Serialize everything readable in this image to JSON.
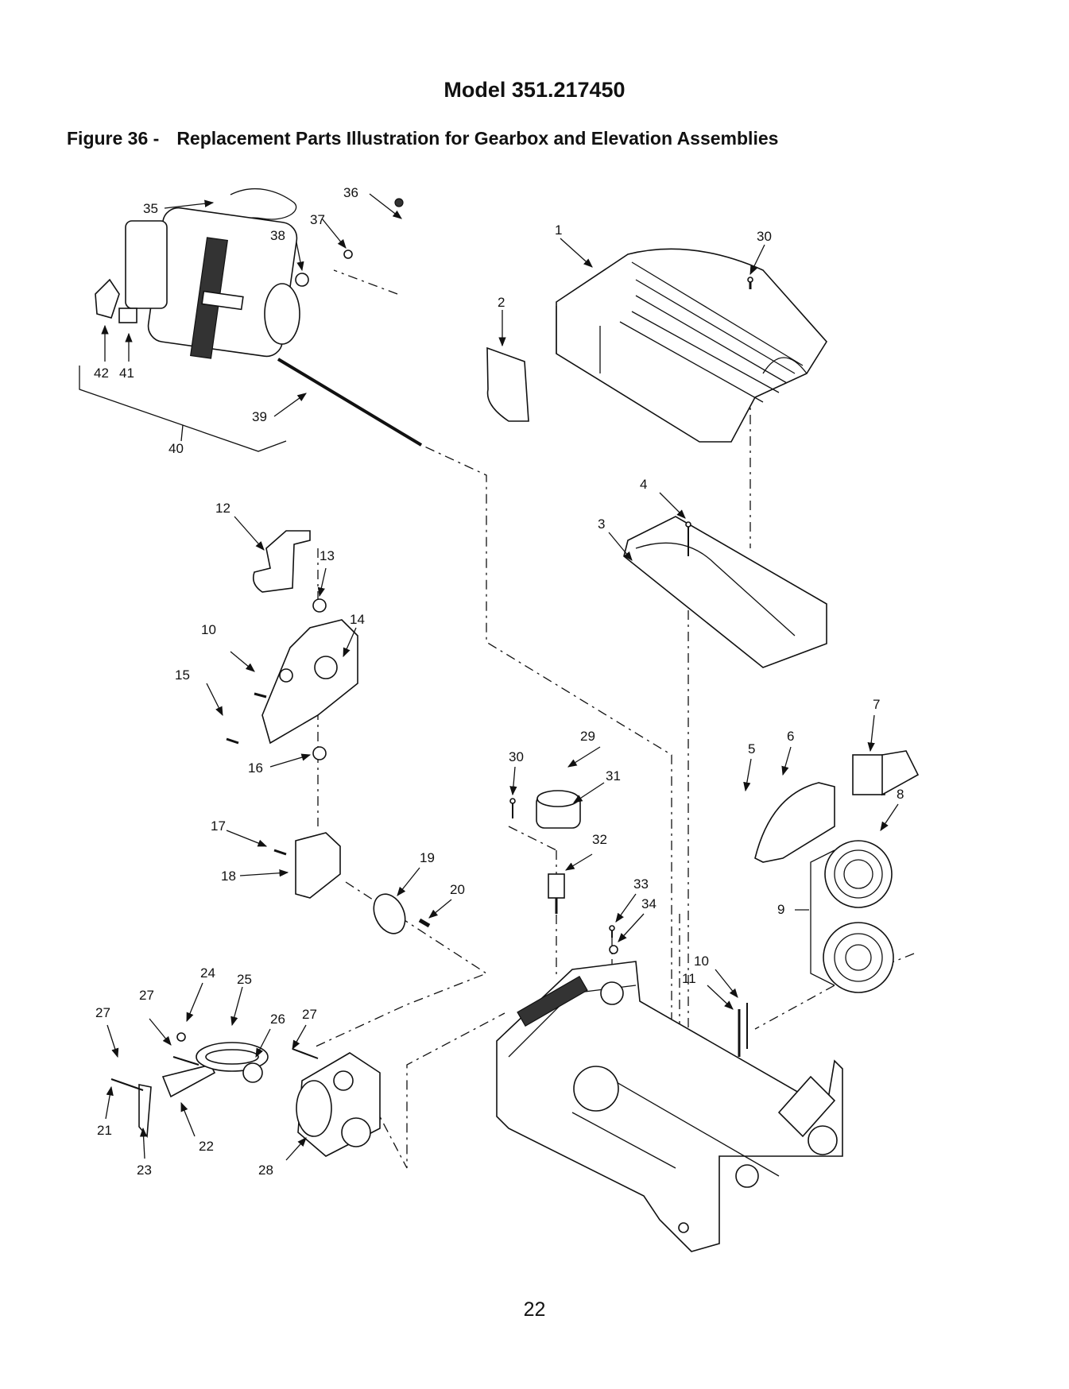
{
  "header": {
    "model": "Model 351.217450",
    "figure_number": "Figure 36 -",
    "figure_caption": "Replacement Parts Illustration for Gearbox and Elevation Assemblies"
  },
  "footer": {
    "page_number": "22"
  },
  "callouts": {
    "c1": "1",
    "c2": "2",
    "c3": "3",
    "c4": "4",
    "c5": "5",
    "c6": "6",
    "c7": "7",
    "c8": "8",
    "c9": "9",
    "c10a": "10",
    "c10b": "10",
    "c11": "11",
    "c12": "12",
    "c13": "13",
    "c14": "14",
    "c15": "15",
    "c16": "16",
    "c17": "17",
    "c18": "18",
    "c19": "19",
    "c20": "20",
    "c21": "21",
    "c22": "22",
    "c23": "23",
    "c24": "24",
    "c25": "25",
    "c26": "26",
    "c27a": "27",
    "c27b": "27",
    "c27c": "27",
    "c28": "28",
    "c29": "29",
    "c30a": "30",
    "c30b": "30",
    "c31": "31",
    "c32": "32",
    "c33": "33",
    "c34": "34",
    "c35": "35",
    "c36": "36",
    "c37": "37",
    "c38": "38",
    "c39": "39",
    "c40": "40",
    "c41": "41",
    "c42": "42"
  }
}
